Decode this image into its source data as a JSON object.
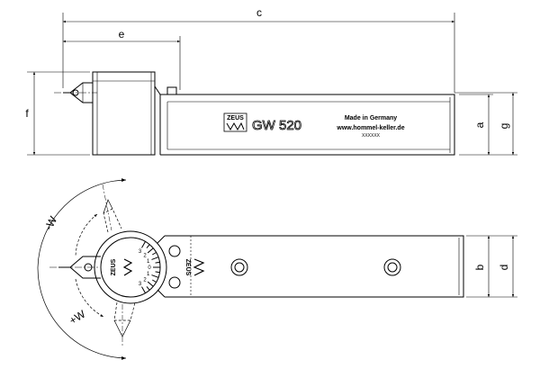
{
  "dimensions": {
    "c": "c",
    "e": "e",
    "f": "f",
    "a": "a",
    "g": "g",
    "b": "b",
    "d": "d"
  },
  "angles": {
    "minus": "-W",
    "plus": "+W"
  },
  "marking": {
    "model": "GW 520",
    "made_in": "Made in Germany",
    "website": "www.hommel-keller.de",
    "serial": "XXXXXX"
  },
  "logo_text": "ZEUS",
  "dial_numbers": [
    "3",
    "2",
    "1",
    "0",
    "1",
    "2",
    "3"
  ]
}
